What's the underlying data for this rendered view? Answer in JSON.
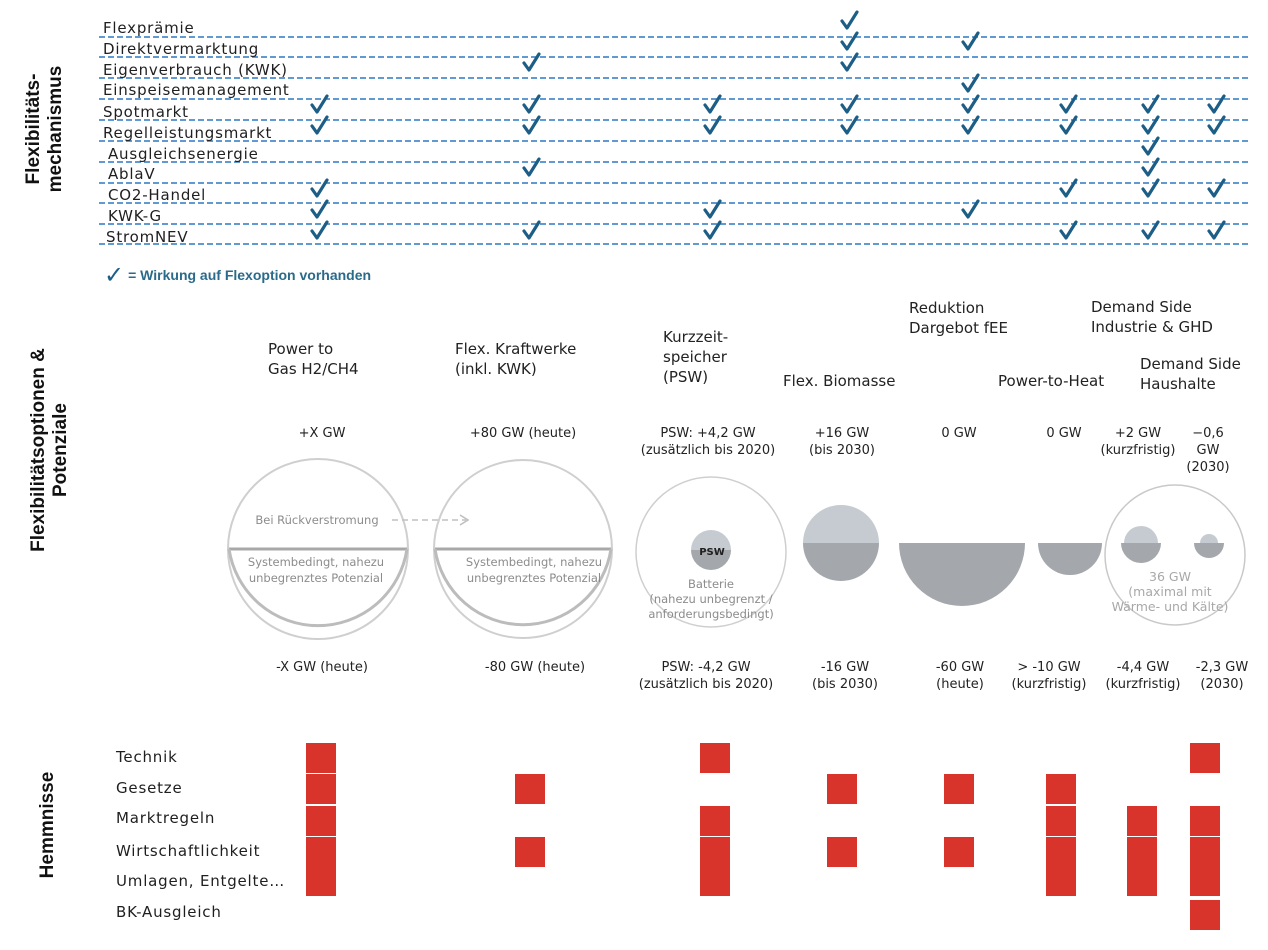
{
  "section_titles": {
    "mechanisms": "Flexibilitäts-\nmechanismus",
    "options": "Flexibilitätsoptionen &\nPotenziale",
    "barriers": "Hemmnisse"
  },
  "mechanisms": [
    "Flexprämie",
    "Direktvermarktung",
    "Eigenverbrauch (KWK)",
    "Einspeisemanagement",
    "Spotmarkt",
    "Regelleistungsmarkt",
    "Ausgleichsenergie",
    "AblaV",
    "CO2-Handel",
    "KWK-G",
    "StromNEV"
  ],
  "legend_text": "= Wirkung auf Flexoption vorhanden",
  "colors": {
    "check": "#1d5e86",
    "dashed_line": "#2b78c2",
    "barrier": "#d9342b",
    "circle_light": "#c5cbd0",
    "circle_dark": "#a4a7ab",
    "outline": "#c9c9c9"
  },
  "options": [
    {
      "title": "Power to\nGas H2/CH4",
      "pos_label": "+X GW",
      "neg_label": "-X GW (heute)"
    },
    {
      "title": "Flex. Kraftwerke\n(inkl. KWK)",
      "pos_label": "+80 GW (heute)",
      "neg_label": "-80 GW (heute)"
    },
    {
      "title": "Kurzzeit-\nspeicher\n(PSW)",
      "pos_label": "PSW: +4,2 GW\n(zusätzlich bis 2020)",
      "neg_label": "PSW: -4,2 GW\n(zusätzlich bis 2020)"
    },
    {
      "title": "Flex. Biomasse",
      "pos_label": "+16 GW\n(bis 2030)",
      "neg_label": "-16 GW\n(bis 2030)"
    },
    {
      "title": "Reduktion\nDargebot fEE",
      "pos_label": "0 GW",
      "neg_label": "-60 GW\n(heute)"
    },
    {
      "title": "Power-to-Heat",
      "pos_label": "0 GW",
      "neg_label": "> -10 GW\n(kurzfristig)"
    },
    {
      "title": "Demand Side\nIndustrie & GHD",
      "pos_label": "+2 GW\n(kurzfristig)",
      "neg_label": "-4,4 GW\n(kurzfristig)"
    },
    {
      "title": "Demand Side\nHaushalte",
      "pos_label": "−0,6\nGW\n(2030)",
      "neg_label": "-2,3 GW\n(2030)"
    }
  ],
  "checks": [
    [
      0,
      0,
      0,
      0,
      1,
      1,
      0,
      0,
      1,
      1,
      1
    ],
    [
      0,
      0,
      1,
      0,
      1,
      1,
      0,
      1,
      0,
      0,
      1
    ],
    [
      0,
      0,
      0,
      0,
      1,
      1,
      0,
      0,
      0,
      1,
      1
    ],
    [
      1,
      1,
      1,
      0,
      1,
      1,
      0,
      0,
      0,
      0,
      0
    ],
    [
      0,
      1,
      0,
      1,
      1,
      1,
      0,
      0,
      0,
      1,
      0
    ],
    [
      0,
      0,
      0,
      0,
      1,
      1,
      0,
      0,
      1,
      0,
      1
    ],
    [
      0,
      0,
      0,
      0,
      1,
      1,
      1,
      1,
      1,
      0,
      1
    ],
    [
      0,
      0,
      0,
      0,
      1,
      1,
      0,
      0,
      1,
      0,
      1
    ]
  ],
  "circle_texts": {
    "rueckverstromung": "Bei Rückverstromung",
    "systembedingt_1": "Systembedingt, nahezu\nunbegrenztes Potenzial",
    "systembedingt_2": "Systembedingt, nahezu\nunbegrenztes Potenzial",
    "psw": "PSW",
    "batterie": "Batterie\n(nahezu unbegrenzt /\nanforderungsbedingt)",
    "waerme": "36 GW\n(maximal mit\nWärme- und Kälte)"
  },
  "barriers": [
    "Technik",
    "Gesetze",
    "Marktregeln",
    "Wirtschaftlichkeit",
    "Umlagen, Entgelte…",
    "BK-Ausgleich"
  ],
  "barrier_matrix": [
    [
      1,
      0,
      1,
      0,
      0,
      0,
      0,
      1
    ],
    [
      1,
      1,
      0,
      1,
      1,
      1,
      0,
      0
    ],
    [
      1,
      0,
      1,
      0,
      0,
      1,
      1,
      1
    ],
    [
      1,
      1,
      1,
      1,
      1,
      1,
      1,
      1
    ],
    [
      1,
      0,
      1,
      0,
      0,
      1,
      1,
      1
    ],
    [
      0,
      0,
      0,
      0,
      0,
      0,
      0,
      1
    ]
  ]
}
